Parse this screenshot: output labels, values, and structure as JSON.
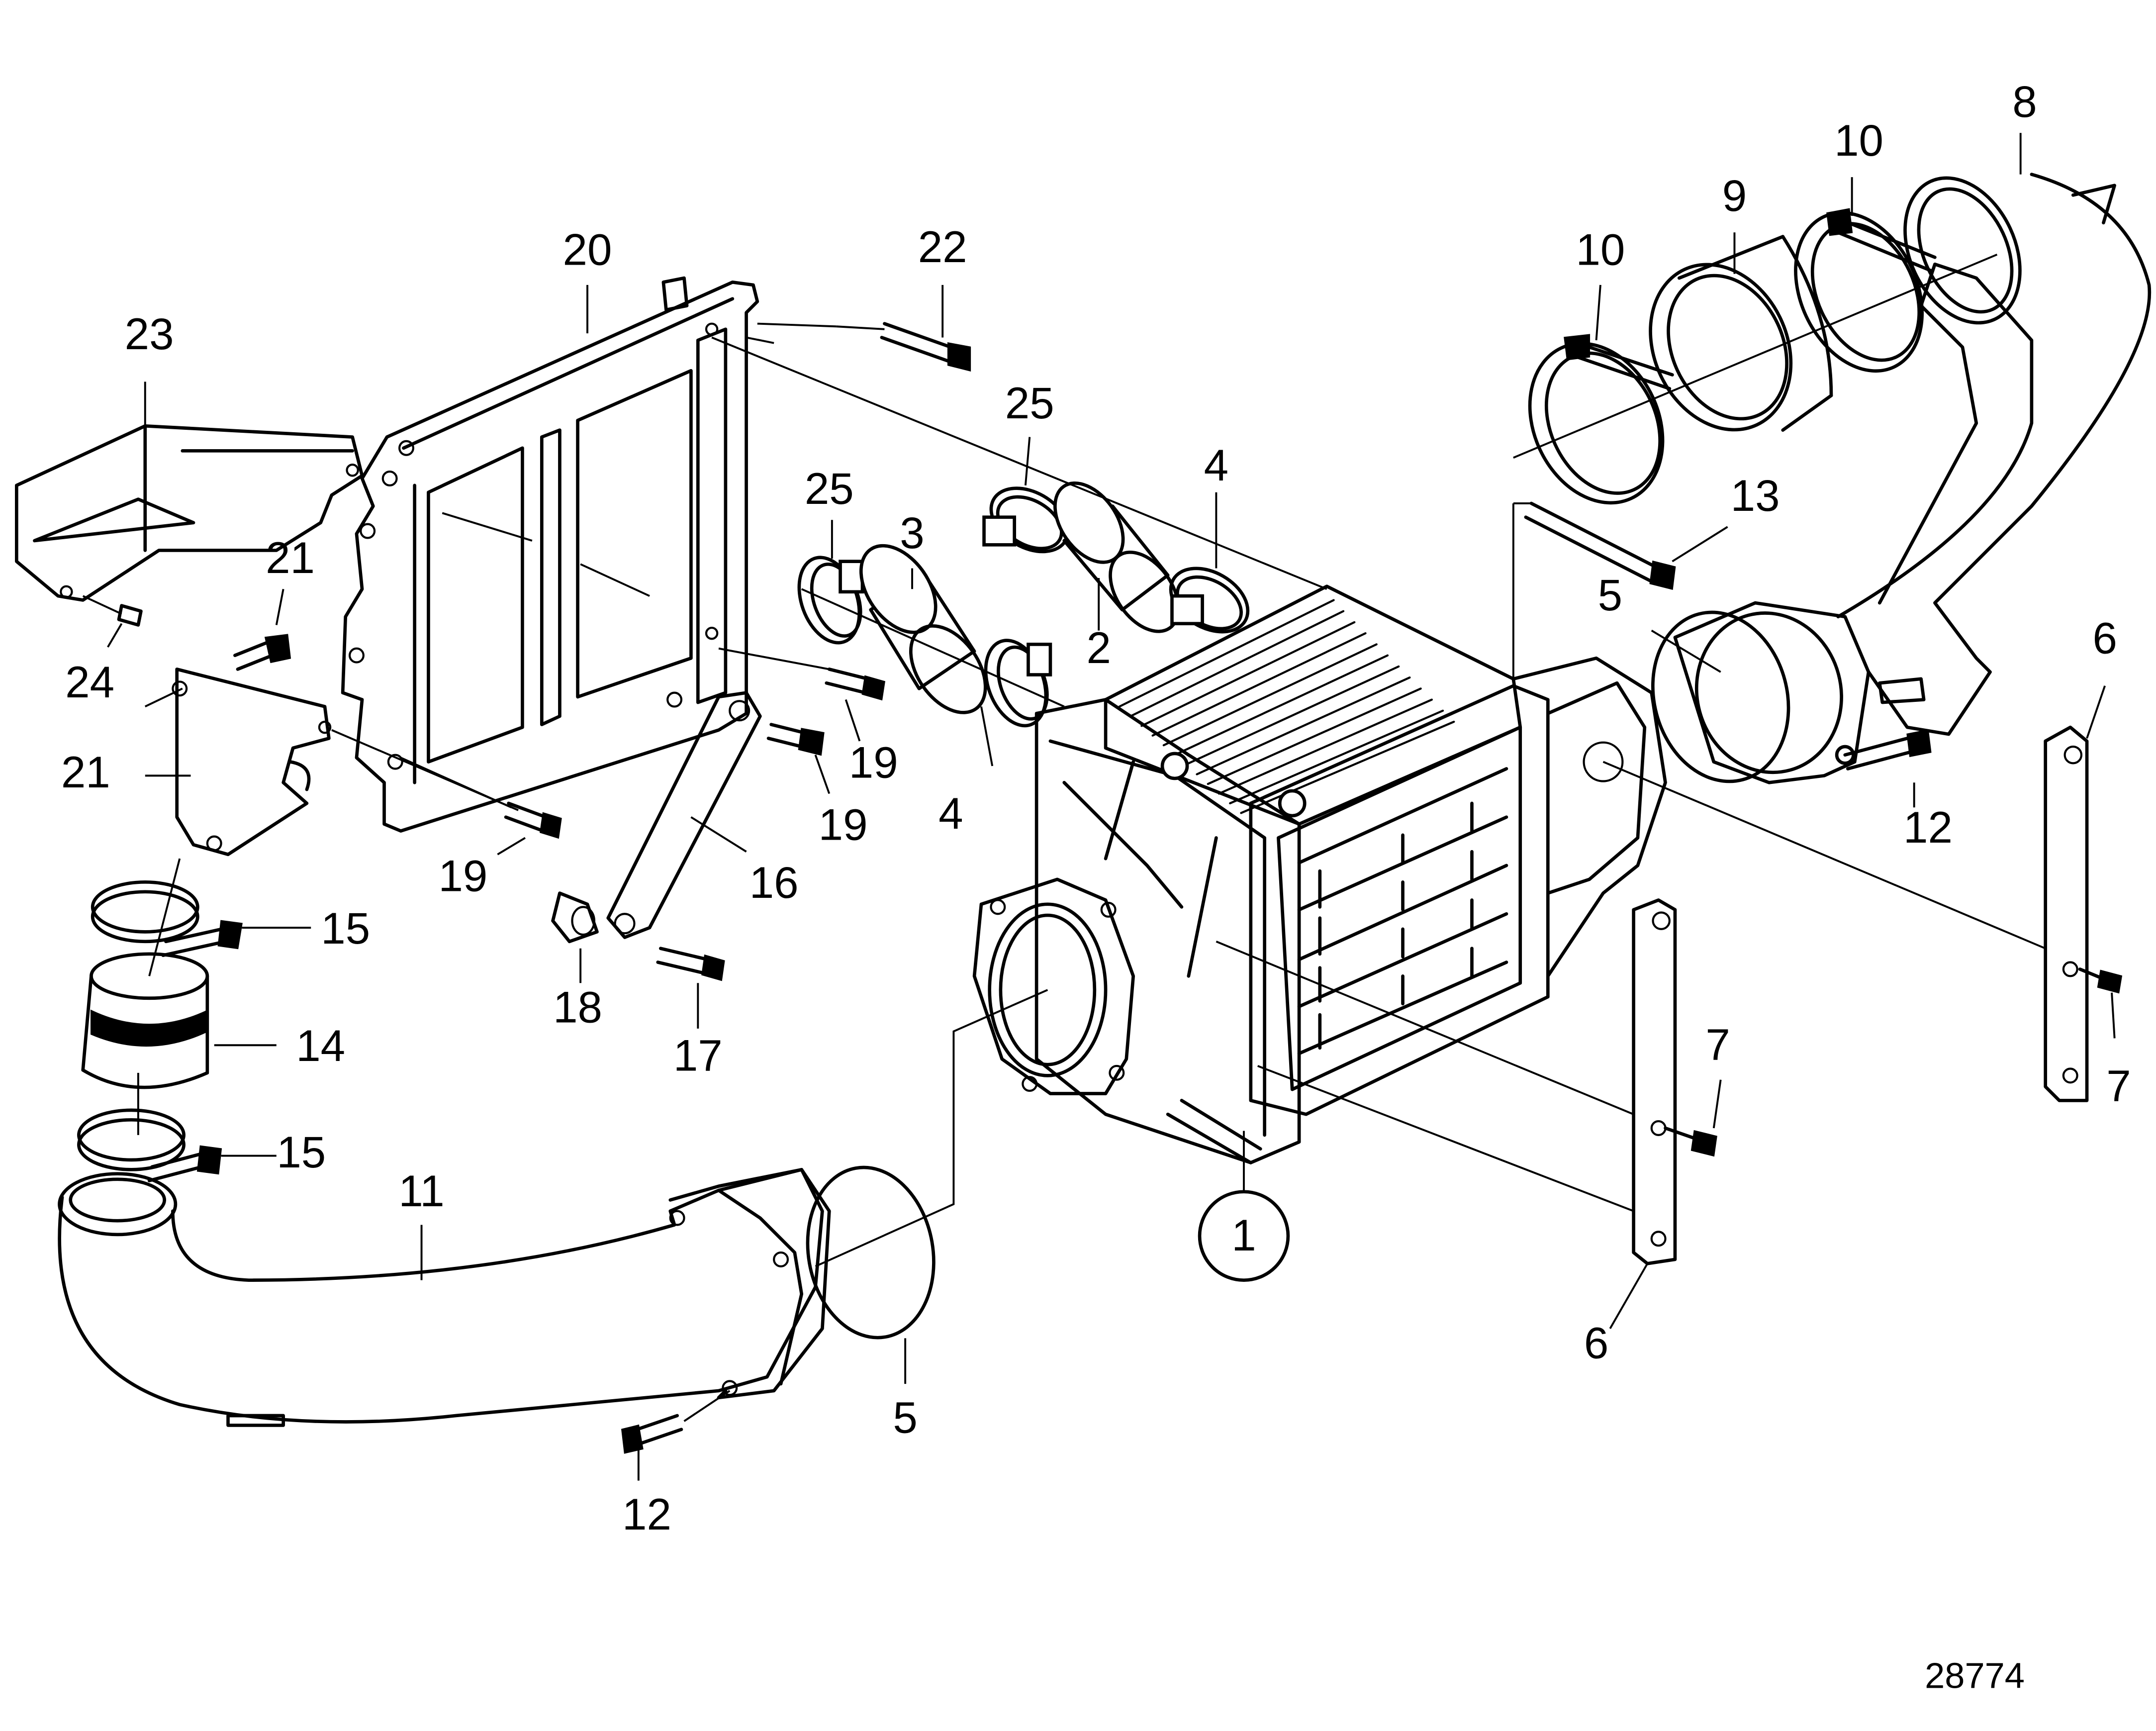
{
  "diagram": {
    "reference_number": "28774",
    "callouts": {
      "c1": "1",
      "c2": "2",
      "c3": "3",
      "c4a": "4",
      "c4b": "4",
      "c5a": "5",
      "c5b": "5",
      "c6a": "6",
      "c6b": "6",
      "c7a": "7",
      "c7b": "7",
      "c8": "8",
      "c9": "9",
      "c10a": "10",
      "c10b": "10",
      "c11": "11",
      "c12a": "12",
      "c12b": "12",
      "c13": "13",
      "c14": "14",
      "c15a": "15",
      "c15b": "15",
      "c16": "16",
      "c17": "17",
      "c18": "18",
      "c19a": "19",
      "c19b": "19",
      "c19c": "19",
      "c20": "20",
      "c21a": "21",
      "c21b": "21",
      "c22": "22",
      "c23": "23",
      "c24": "24",
      "c25a": "25",
      "c25b": "25"
    }
  }
}
